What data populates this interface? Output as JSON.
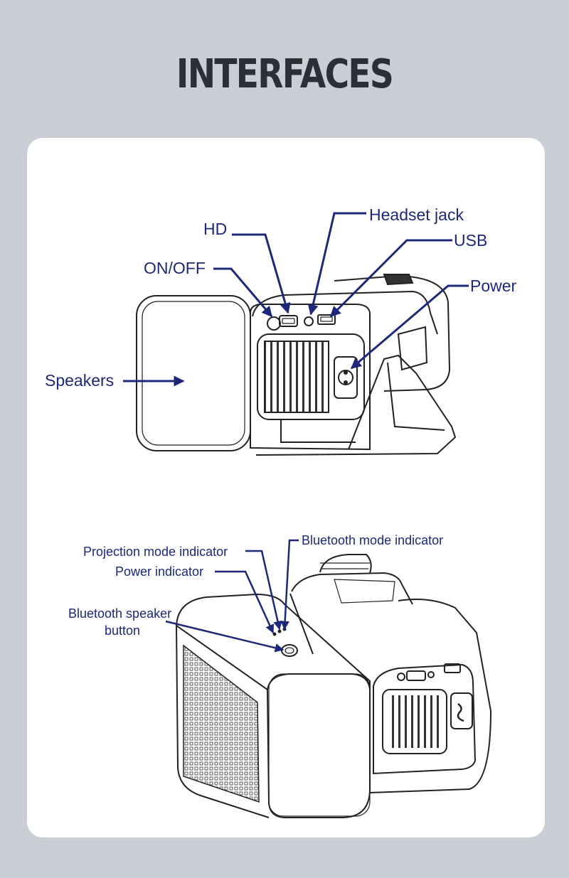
{
  "page": {
    "title": "INTERFACES",
    "title_color": "#2d2f36",
    "background": "#c9ced5",
    "card_color": "#ffffff"
  },
  "colors": {
    "callout": "#1d2878",
    "drawing": "#222222"
  },
  "rear_view": {
    "labels": {
      "hd": "HD",
      "headset": "Headset jack",
      "usb": "USB",
      "onoff": "ON/OFF",
      "power": "Power",
      "speakers": "Speakers"
    }
  },
  "top_view": {
    "labels": {
      "bt_mode": "Bluetooth mode indicator",
      "proj_mode": "Projection mode indicator",
      "power_ind": "Power indicator",
      "bt_button_line1": "Bluetooth speaker",
      "bt_button_line2": "button"
    }
  }
}
